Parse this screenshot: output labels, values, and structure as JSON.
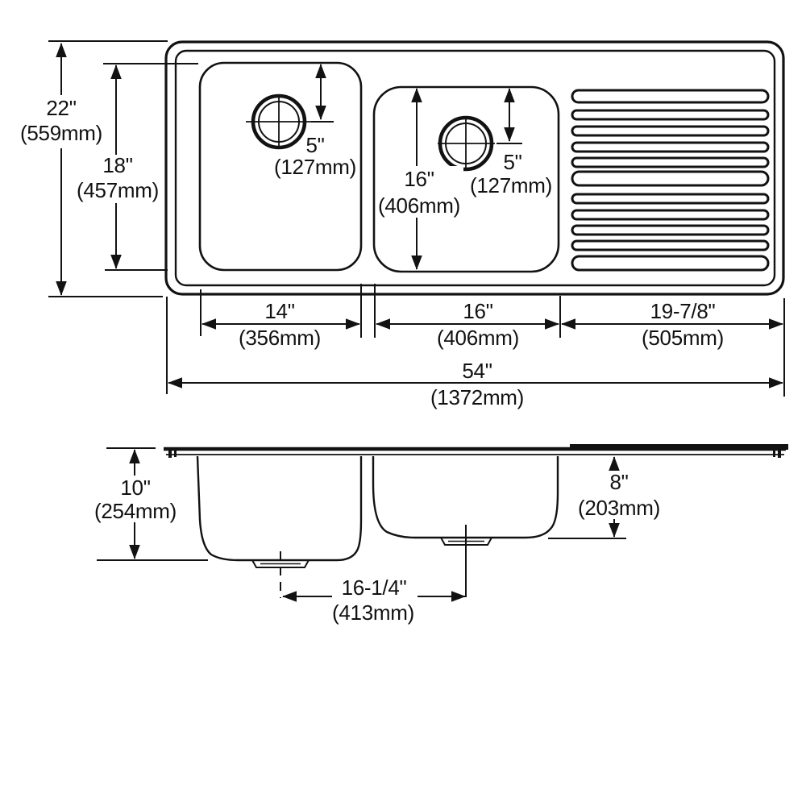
{
  "diagram": {
    "title_hint": "double-bowl sink with drainboard dimension drawing",
    "accent_color": "#121212",
    "background_color": "#ffffff",
    "top_view": {
      "overall_depth": {
        "in": "22\"",
        "mm": "(559mm)"
      },
      "bowl_front_to_back": {
        "in": "18\"",
        "mm": "(457mm)"
      },
      "left_drain_offset": {
        "in": "5\"",
        "mm": "(127mm)"
      },
      "right_bowl_front_to_back": {
        "in": "16\"",
        "mm": "(406mm)"
      },
      "right_drain_offset": {
        "in": "5\"",
        "mm": "(127mm)"
      },
      "left_bowl_width": {
        "in": "14\"",
        "mm": "(356mm)"
      },
      "right_bowl_width": {
        "in": "16\"",
        "mm": "(406mm)"
      },
      "drainboard_width": {
        "in": "19-7/8\"",
        "mm": "(505mm)"
      },
      "overall_width": {
        "in": "54\"",
        "mm": "(1372mm)"
      }
    },
    "side_view": {
      "left_bowl_depth": {
        "in": "10\"",
        "mm": "(254mm)"
      },
      "right_bowl_depth": {
        "in": "8\"",
        "mm": "(203mm)"
      },
      "drain_center_spacing": {
        "in": "16-1/4\"",
        "mm": "(413mm)"
      }
    }
  }
}
